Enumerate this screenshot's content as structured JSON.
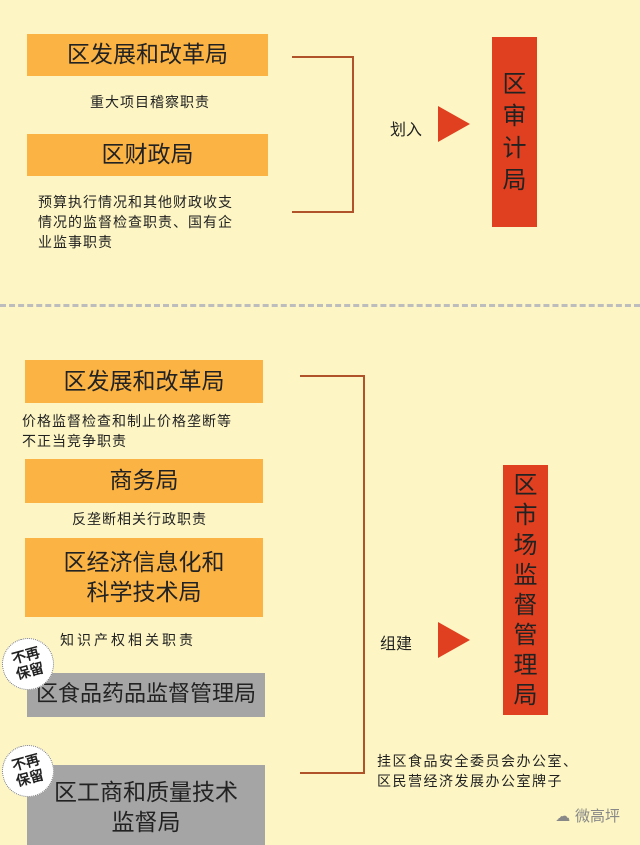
{
  "top": {
    "sources": [
      {
        "name": "区发展和改革局",
        "duty": "重大项目稽察职责"
      },
      {
        "name": "区财政局",
        "duty_lines": [
          "预算执行情况和其他财政收支",
          "情况的监督检查职责、国有企",
          "业监事职责"
        ]
      }
    ],
    "action": "划入",
    "target": [
      "区",
      "审",
      "计",
      "局"
    ]
  },
  "bottom": {
    "sources": [
      {
        "name": "区发展和改革局",
        "duty_lines": [
          "价格监督检查和制止价格垄断等",
          "不正当竞争职责"
        ]
      },
      {
        "name": "商务局",
        "duty": "反垄断相关行政职责"
      },
      {
        "name_lines": [
          "区经济信息化和",
          "科学技术局"
        ],
        "duty": "知识产权相关职责"
      },
      {
        "name": "区食品药品监督管理局",
        "badge": [
          "不再",
          "保留"
        ]
      },
      {
        "name_lines": [
          "区工商和质量技术",
          "监督局"
        ],
        "badge": [
          "不再",
          "保留"
        ]
      }
    ],
    "action": "组建",
    "target": [
      "区",
      "市",
      "场",
      "监",
      "督",
      "管",
      "理",
      "局"
    ],
    "target_note": [
      "挂区食品安全委员会办公室、",
      "区民营经济发展办公室牌子"
    ]
  },
  "watermark": "微高坪",
  "colors": {
    "background": "#fdf6c4",
    "orange": "#fbb343",
    "gray": "#a5a5a5",
    "red": "#e0401f",
    "bracket": "#b0522a"
  }
}
